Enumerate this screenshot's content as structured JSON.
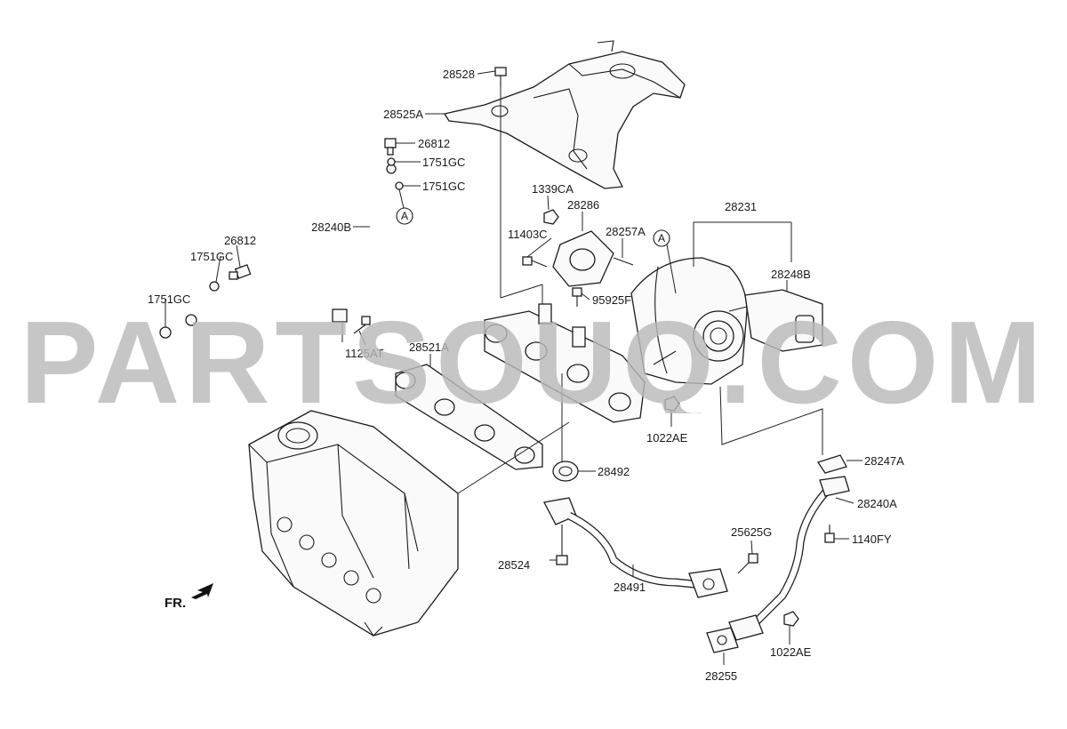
{
  "watermark": {
    "text": "PARTSOUQ.COM",
    "color": "#b9b9b9"
  },
  "orientation": {
    "label": "FR."
  },
  "ref_marker": {
    "letter": "A"
  },
  "callouts": [
    {
      "id": "28528",
      "text": "28528"
    },
    {
      "id": "28525A",
      "text": "28525A"
    },
    {
      "id": "26812a",
      "text": "26812"
    },
    {
      "id": "1751GCa",
      "text": "1751GC"
    },
    {
      "id": "1751GCb",
      "text": "1751GC"
    },
    {
      "id": "28240B",
      "text": "28240B"
    },
    {
      "id": "26812b",
      "text": "26812"
    },
    {
      "id": "1751GCc",
      "text": "1751GC"
    },
    {
      "id": "1751GCd",
      "text": "1751GC"
    },
    {
      "id": "1125AT",
      "text": "1125AT"
    },
    {
      "id": "1339CA",
      "text": "1339CA"
    },
    {
      "id": "28286",
      "text": "28286"
    },
    {
      "id": "11403C",
      "text": "11403C"
    },
    {
      "id": "28257A",
      "text": "28257A"
    },
    {
      "id": "95925F",
      "text": "95925F"
    },
    {
      "id": "28231",
      "text": "28231"
    },
    {
      "id": "28248B",
      "text": "28248B"
    },
    {
      "id": "28521A",
      "text": "28521A"
    },
    {
      "id": "1022AEa",
      "text": "1022AE"
    },
    {
      "id": "28492",
      "text": "28492"
    },
    {
      "id": "28247A",
      "text": "28247A"
    },
    {
      "id": "28240A",
      "text": "28240A"
    },
    {
      "id": "25625G",
      "text": "25625G"
    },
    {
      "id": "1140FY",
      "text": "1140FY"
    },
    {
      "id": "28524",
      "text": "28524"
    },
    {
      "id": "28491",
      "text": "28491"
    },
    {
      "id": "1022AEb",
      "text": "1022AE"
    },
    {
      "id": "28255",
      "text": "28255"
    }
  ]
}
